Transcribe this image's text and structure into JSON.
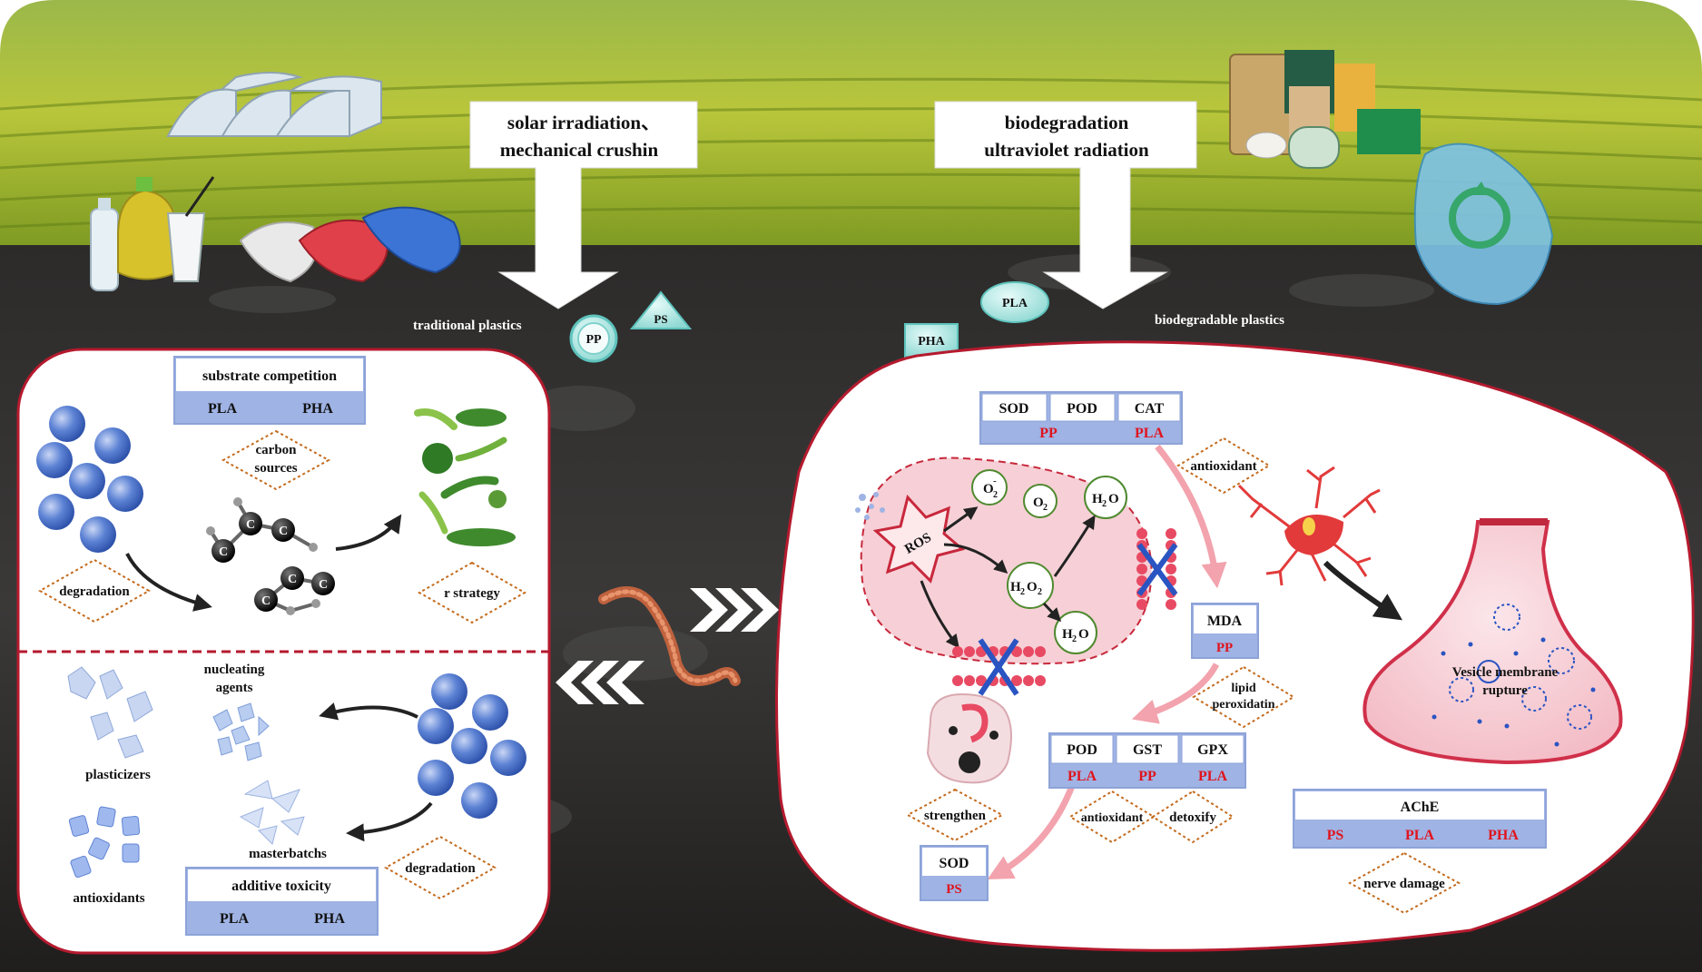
{
  "top_labels": {
    "left_arrow_line1": "solar irradiation、",
    "left_arrow_line2": "mechanical crushin",
    "right_arrow_line1": "biodegradation",
    "right_arrow_line2": "ultraviolet radiation",
    "traditional": "traditional plastics",
    "biodegradable": "biodegradable plastics"
  },
  "particles": {
    "pp": "PP",
    "ps": "PS",
    "pla": "PLA",
    "pha": "PHA"
  },
  "left_panel": {
    "substrate_competition": {
      "header": "substrate competition",
      "cells": [
        "PLA",
        "PHA"
      ]
    },
    "carbon_sources": [
      "carbon",
      "sources"
    ],
    "degradation_top": "degradation",
    "r_strategy": "r strategy",
    "carbon_atom": "C",
    "nucleating_agents": [
      "nucleating",
      "agents"
    ],
    "plasticizers": "plasticizers",
    "masterbatchs": "masterbatchs",
    "antioxidants": "antioxidants",
    "degradation_bottom": "degradation",
    "additive_toxicity": {
      "header": "additive toxicity",
      "cells": [
        "PLA",
        "PHA"
      ]
    }
  },
  "right_panel": {
    "enzyme_top": {
      "headers": [
        "SOD",
        "POD",
        "CAT"
      ],
      "values": [
        "PP",
        "PLA"
      ]
    },
    "antioxidant_top": "antioxidant",
    "ros": "ROS",
    "o2_minus": {
      "base": "O",
      "sub": "2",
      "sup": "-"
    },
    "o2": {
      "base": "O",
      "sub": "2"
    },
    "h2o_top": {
      "a": "H",
      "sub": "2",
      "b": "O"
    },
    "h2o2": {
      "a": "H",
      "sub1": "2",
      "b": "O",
      "sub2": "2"
    },
    "h2o_bottom": {
      "a": "H",
      "sub": "2",
      "b": "O"
    },
    "mda": {
      "header": "MDA",
      "value": "PP"
    },
    "lipid_peroxidatin": [
      "lipid",
      "peroxidatin"
    ],
    "enzyme_mid": {
      "headers": [
        "POD",
        "GST",
        "GPX"
      ],
      "values": [
        "PLA",
        "PP",
        "PLA"
      ]
    },
    "strengthen": "strengthen",
    "antioxidant_mid": "antioxidant",
    "detoxify": "detoxify",
    "sod_ps": {
      "header": "SOD",
      "value": "PS"
    },
    "vesicle": [
      "Vesicle membrane",
      "rupture"
    ],
    "ache": {
      "header": "AChE",
      "values": [
        "PS",
        "PLA",
        "PHA"
      ]
    },
    "nerve_damage": "nerve damage"
  },
  "colors": {
    "panel_border": "#b51a2e",
    "table_header_bg": "#ffffff",
    "table_value_bg": "#9fb3e4",
    "red_text": "#e0141e",
    "diamond_border": "#c46a1c",
    "teal_particle": "#a8e6e2",
    "pink_arrow": "#f2a3ad"
  }
}
